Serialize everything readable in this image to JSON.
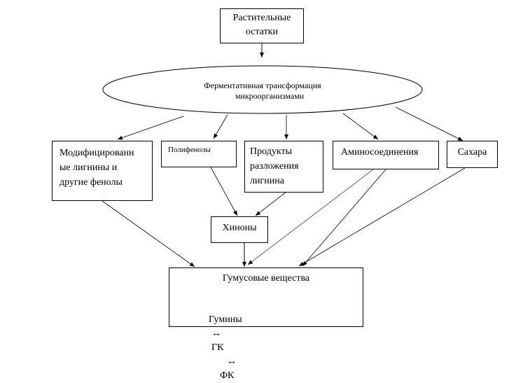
{
  "nodes": {
    "plant_residues": {
      "line1": "Растительные",
      "line2": "остатки"
    },
    "enzymatic": {
      "line1": "Ферментативная трансформация",
      "line2": "микроорганизмами"
    },
    "modified_lignins": {
      "line1": "Модифицированн",
      "line2": "ые лигнины и",
      "line3": "другие фенолы"
    },
    "polyphenols": {
      "label": "Полифенолы"
    },
    "lignin_products": {
      "line1": "Продукты",
      "line2": "разложения",
      "line3": "лигнина"
    },
    "amino": {
      "label": "Аминосоединения"
    },
    "sugars": {
      "label": "Сахара"
    },
    "quinones": {
      "label": "Хиноны"
    },
    "humic": {
      "title": "Гумусовые вещества",
      "humins": "Гумины",
      "arrow1": "↔",
      "gk": "ГК",
      "arrow2": "↔",
      "fk": "ФК"
    }
  }
}
